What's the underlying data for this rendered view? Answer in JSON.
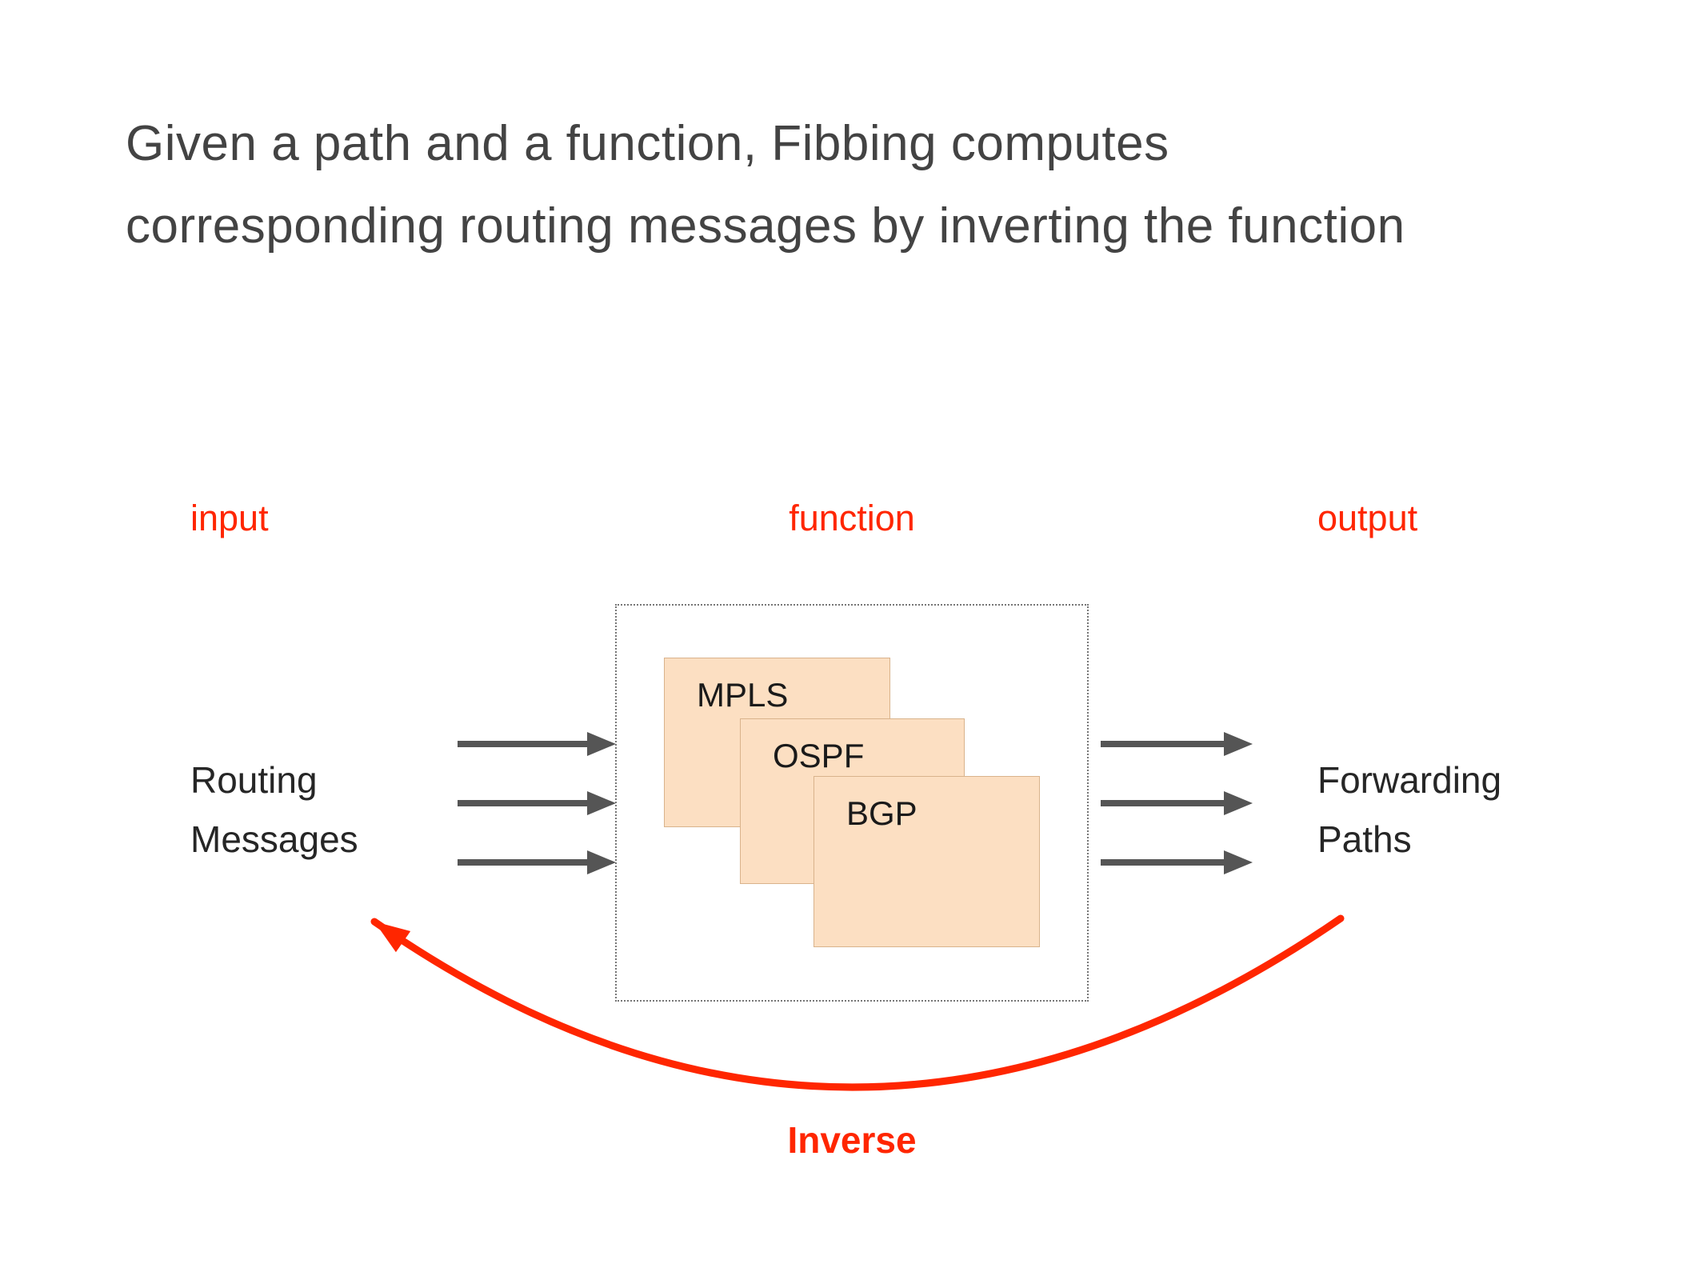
{
  "slide": {
    "title": {
      "line1": "Given a path and a function, Fibbing computes",
      "line2": "corresponding routing messages by inverting the function"
    },
    "zone_labels": {
      "input": "input",
      "function": "function",
      "output": "output"
    },
    "left_label": {
      "line1": "Routing",
      "line2": "Messages"
    },
    "right_label": {
      "line1": "Forwarding",
      "line2": "Paths"
    },
    "function_boxes": [
      {
        "label": "MPLS"
      },
      {
        "label": "OSPF"
      },
      {
        "label": "BGP"
      }
    ],
    "inverse_label": "Inverse",
    "colors": {
      "accent_red": "#ff2600",
      "box_fill": "#fcdfc2",
      "box_border": "#d9b38c",
      "arrow_gray": "#555555",
      "title_gray": "#434343"
    }
  }
}
